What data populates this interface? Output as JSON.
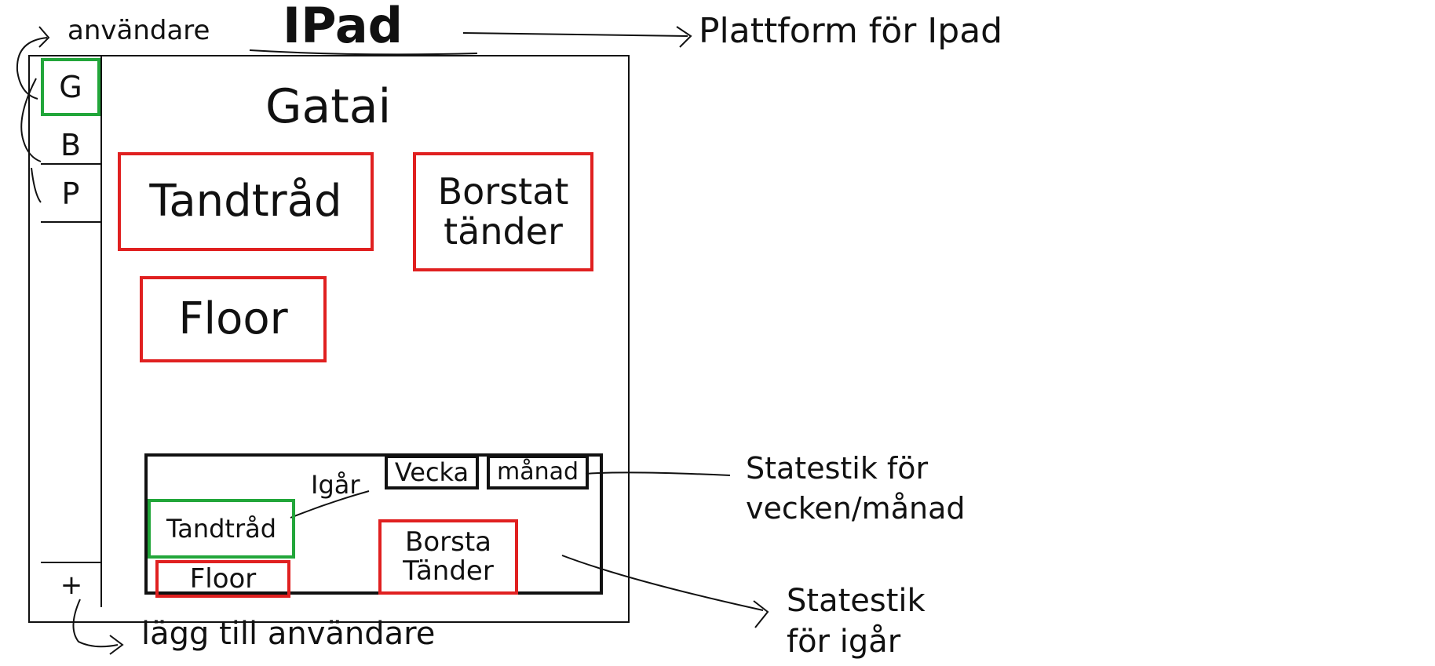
{
  "header": {
    "device_title": "IPad",
    "platform_note": "Plattform för Ipad",
    "users_note": "användare"
  },
  "sidebar": {
    "users": [
      {
        "label": "G",
        "active": true
      },
      {
        "label": "B",
        "active": false
      },
      {
        "label": "P",
        "active": false
      }
    ],
    "add_user_button": "+",
    "add_user_note": "lägg till användare"
  },
  "main": {
    "username": "Gatai",
    "tasks": [
      "Tandtråd",
      "Borstat tänder",
      "Floor"
    ]
  },
  "stats": {
    "week_button": "Vecka",
    "month_button": "månad",
    "yesterday_label": "Igår",
    "items": [
      "Tandtråd",
      "Floor",
      "Borsta Tänder"
    ],
    "note_period": "Statestik för vecken/månad",
    "note_yesterday": "Statestik för igår"
  },
  "colors": {
    "accent_done": "#22a63a",
    "accent_todo": "#e02020",
    "ink": "#111111"
  }
}
